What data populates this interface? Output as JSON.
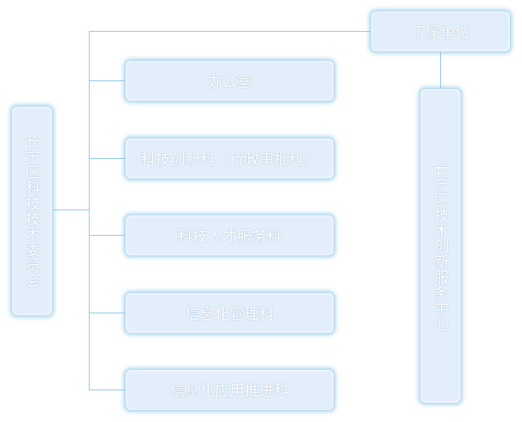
{
  "root": {
    "label": "长宁区科技技术委员会"
  },
  "subordinate": {
    "label": "下属单位"
  },
  "center": {
    "label": "长宁区技术创新服务中心"
  },
  "departments": [
    {
      "label": "办公室"
    },
    {
      "label": "科技创新科（行政审批科）"
    },
    {
      "label": "科技人才服务科"
    },
    {
      "label": "信息化管理科"
    },
    {
      "label": "信息化应用推进科"
    }
  ],
  "colors": {
    "box_fill": "#e3eefb",
    "box_glow": "#6eb9e1",
    "connector": "#7ec3de",
    "text": "#ffffff"
  }
}
